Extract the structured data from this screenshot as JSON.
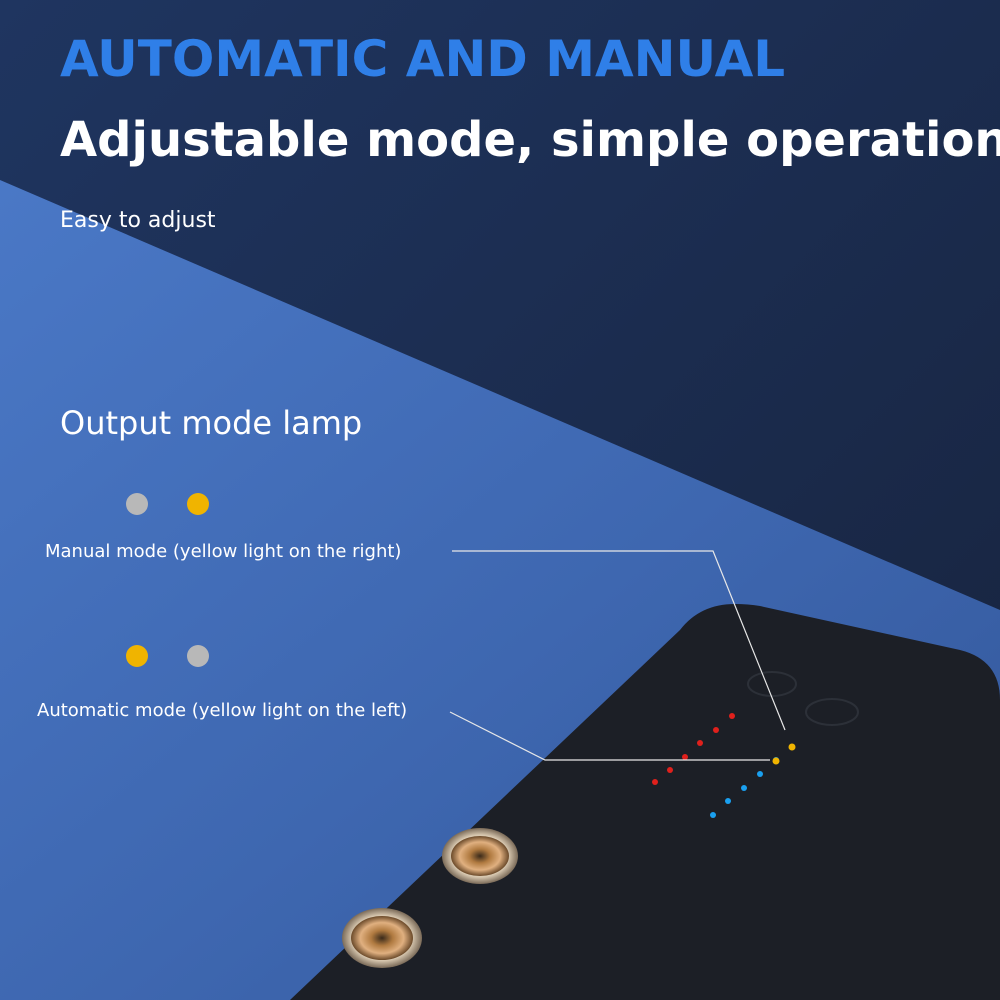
{
  "headline": "AUTOMATIC AND MANUAL",
  "subheadline": "Adjustable mode, simple operation",
  "tagline": "Easy to adjust",
  "section_title": "Output mode lamp",
  "modes": [
    {
      "label": "Manual mode (yellow light on the right)",
      "lamps": [
        "gray",
        "yellow"
      ]
    },
    {
      "label": "Automatic mode (yellow light on the left)",
      "lamps": [
        "yellow",
        "gray"
      ]
    }
  ],
  "colors": {
    "headline": "#2f7fe8",
    "lamp_yellow": "#f0b400",
    "lamp_gray": "#b8b8b8",
    "device_body": "#1c1f26",
    "led_red": "#e0201c",
    "led_blue": "#1aa0f0"
  }
}
